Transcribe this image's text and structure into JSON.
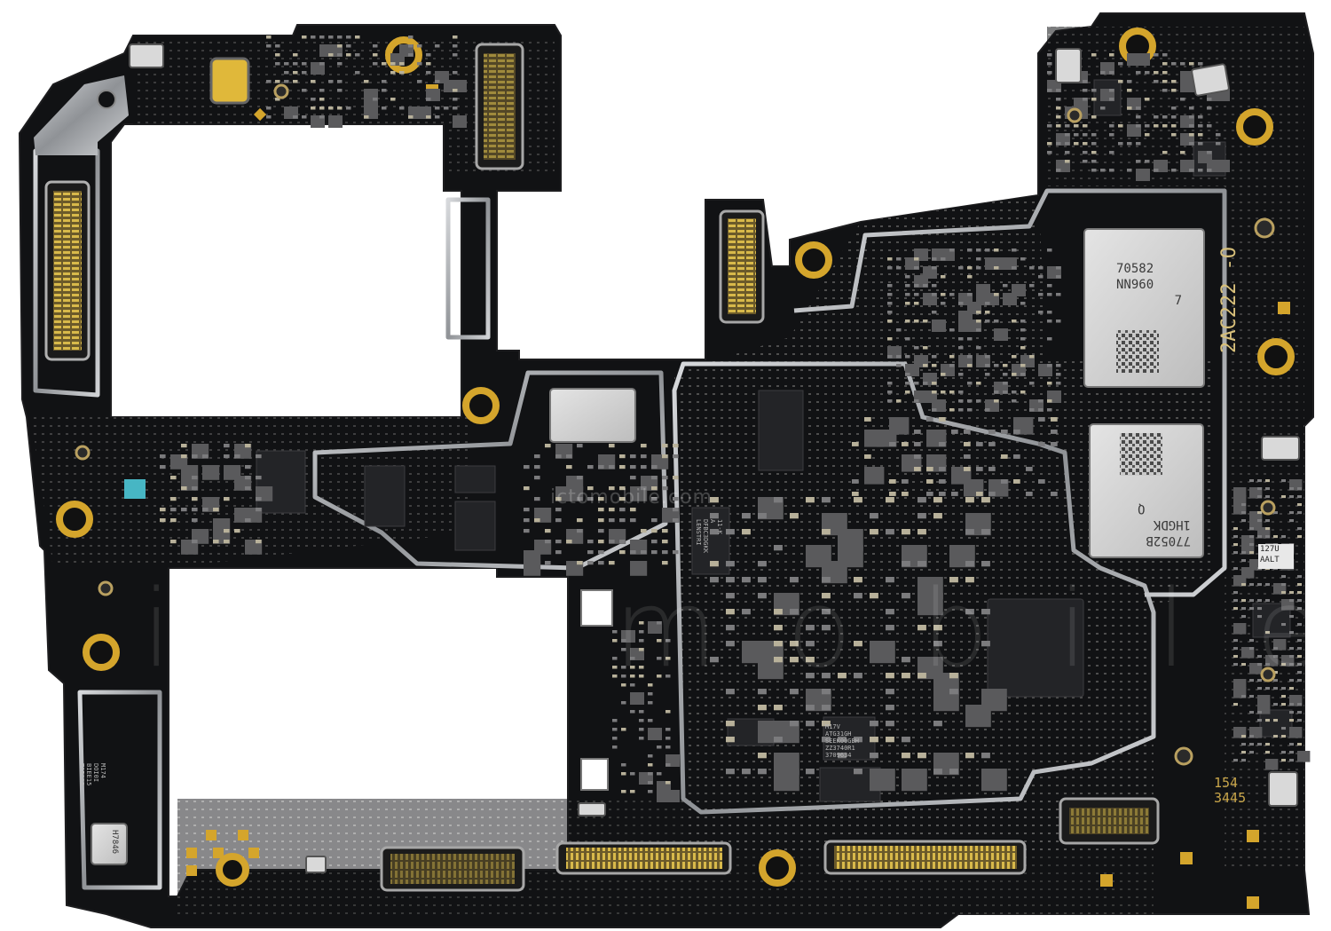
{
  "board": {
    "pcb_color": "#111214",
    "shield_color": "#b9bcc0",
    "gold_color": "#d4a52c",
    "chip_silver": "#cfcfcf"
  },
  "silkscreen": {
    "board_id": "2AC222",
    "board_id_suffix": "-O",
    "corner_code_top": "154",
    "corner_code_bottom": "3445",
    "label_127u_a": "127U",
    "label_127u_b": "AALT"
  },
  "chips": {
    "upper_module": {
      "line1": "70582",
      "line2": "NN960",
      "line3": "7"
    },
    "lower_module": {
      "line1": "77052B",
      "line2": "1HGDK",
      "line3": "Q"
    }
  },
  "small_chips": {
    "pmic_a": [
      "M17V",
      "ATG31GH",
      "SEEK00GBH",
      "ZZ3740R1",
      "3709634"
    ],
    "pmic_b": [
      "11-K",
      "A",
      "DFBC3DGKK",
      "LENSTRI"
    ],
    "left_ic": [
      "M174",
      "DOI0I",
      "BIEE15",
      "T1B11B"
    ],
    "mic": "H7846"
  },
  "watermark": {
    "site": "ictomobile.com",
    "big": "ictomobile"
  },
  "icons": [
    "connector-icon",
    "screw-hole-icon",
    "antenna-connector-icon",
    "shield-can-icon"
  ]
}
